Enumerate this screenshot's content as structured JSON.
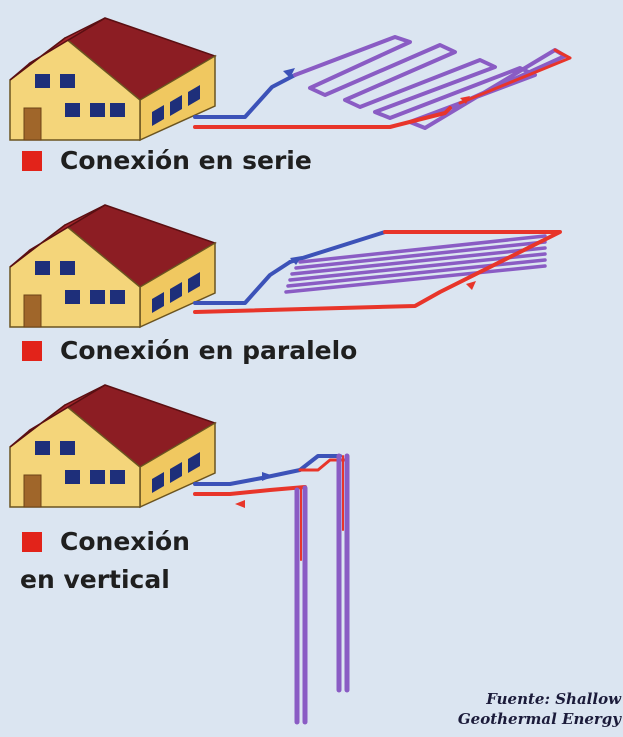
{
  "diagram": {
    "sections": [
      {
        "id": "serie",
        "label": "Conexión en serie"
      },
      {
        "id": "paralelo",
        "label": "Conexión en paralelo"
      },
      {
        "id": "vertical",
        "label_line1": "Conexión",
        "label_line2": "en vertical"
      }
    ],
    "source": {
      "line1": "Fuente: Shallow",
      "line2": "Geothermal Energy"
    },
    "colors": {
      "background": "#dbe5f1",
      "marker": "#e2231a",
      "supply_pipe": "#e8352a",
      "return_pipe": "#3c52b8",
      "loop_pipe": "#8a5cc4",
      "house_wall": "#f4d57a",
      "house_roof": "#8c1d23",
      "window": "#1e2f7a"
    }
  }
}
